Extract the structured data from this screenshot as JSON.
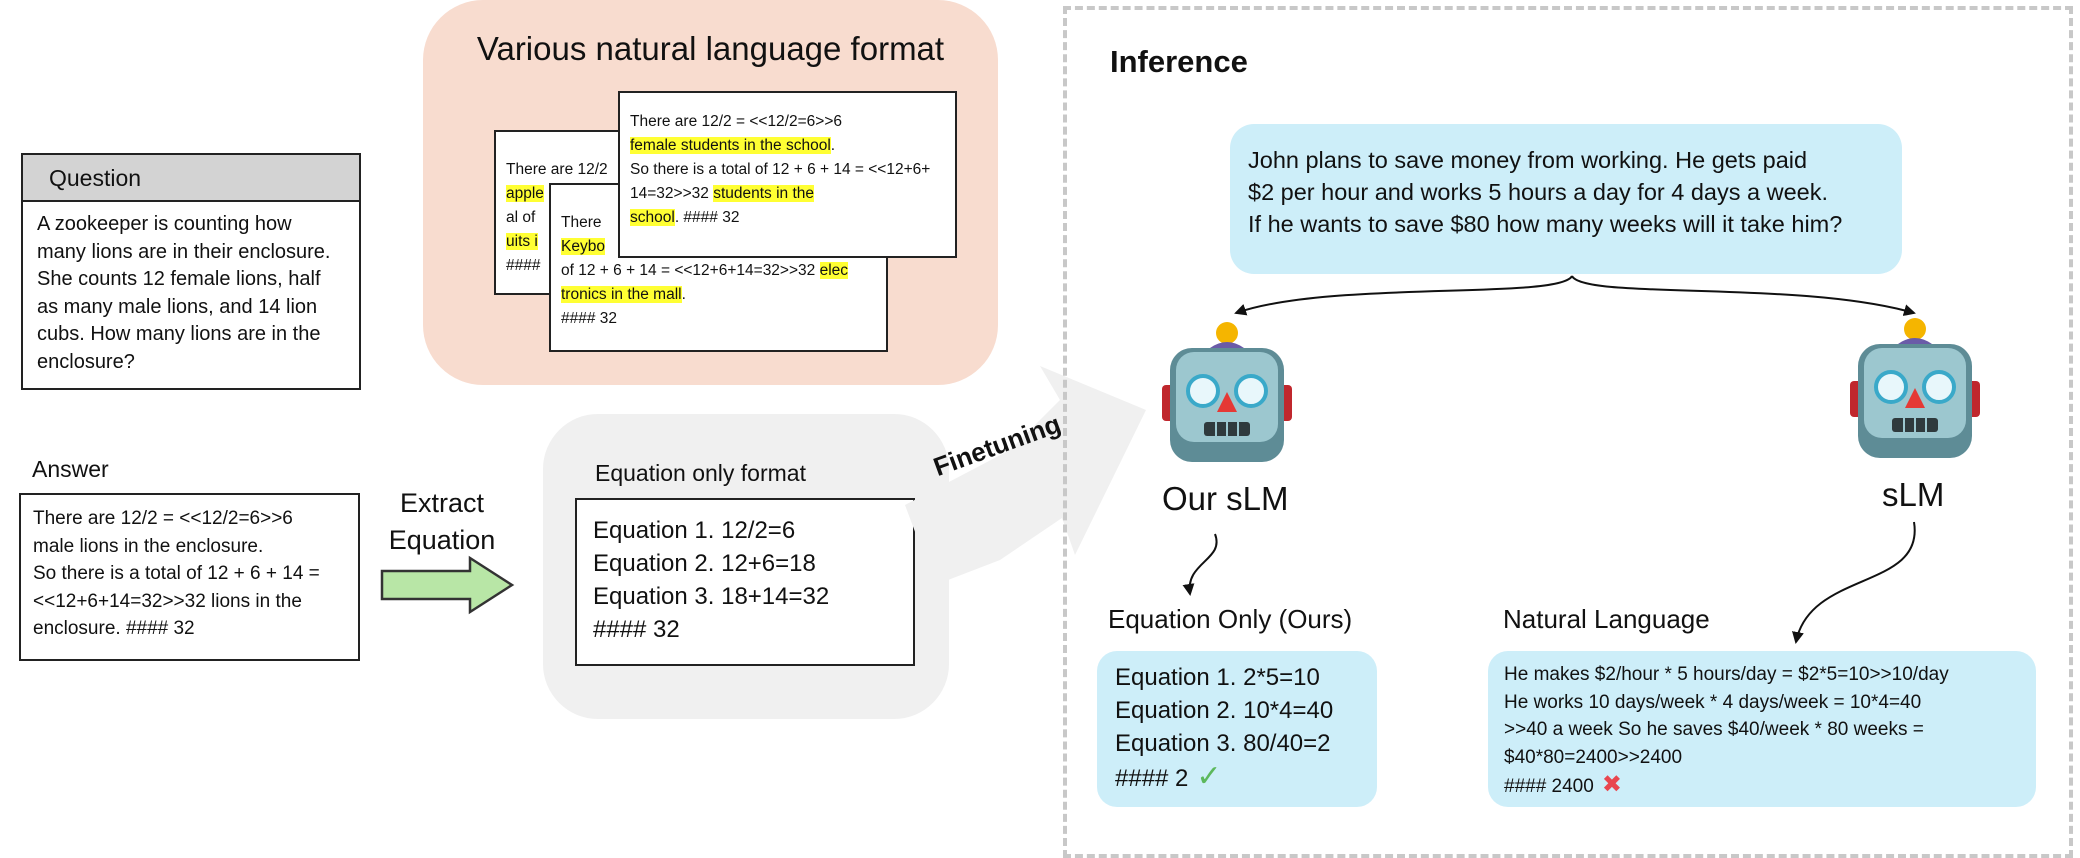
{
  "question": {
    "header": "Question",
    "lines": [
      "A zookeeper is counting how",
      "many lions are in their enclosure.",
      "She counts 12 female lions, half",
      "as many male lions, and 14 lion",
      "cubs. How many lions are in the",
      "enclosure?"
    ]
  },
  "answer": {
    "label": "Answer",
    "lines": [
      "There are 12/2 = <<12/2=6>>6",
      "male lions in the enclosure.",
      "So there is a total of 12 + 6 + 14 =",
      "<<12+6+14=32>>32 lions in the",
      "enclosure. #### 32"
    ]
  },
  "extract": {
    "line1": "Extract",
    "line2": "Equation"
  },
  "nl_format": {
    "title": "Various natural language format",
    "card_back": {
      "l1": "There are 12/2",
      "l2": "apple",
      "l3": "al of",
      "l4": "uits i",
      "l5": "####"
    },
    "card_mid": {
      "l1": "There",
      "l2": "Keybo",
      "l3a": "of 12 + 6 + 14 = <<12+6+14=32>>32 ",
      "l3b": "elec",
      "l4a": "tronics in the mall",
      "l4b": ".",
      "l5": "#### 32"
    },
    "card_front": {
      "l1": "There are 12/2 = <<12/2=6>>6",
      "l2a": "female students in the school",
      "l2b": ".",
      "l3": "So there is a total of 12 + 6 + 14 = <<12+6+",
      "l4a": "14=32>>32 ",
      "l4b": "students in the",
      "l5a": "school",
      "l5b": ". #### 32"
    }
  },
  "eq_format": {
    "label": "Equation only format",
    "lines": [
      "Equation 1. 12/2=6",
      "Equation 2. 12+6=18",
      "Equation 3. 18+14=32",
      "#### 32"
    ]
  },
  "finetuning_label": "Finetuning",
  "inference": {
    "title": "Inference",
    "problem_lines": [
      "John plans to save money from working. He gets paid",
      "$2 per hour and works 5 hours a day for 4 days a week.",
      "If he wants to save $80 how many weeks will it take him?"
    ],
    "our_model": "Our sLM",
    "baseline_model": "sLM",
    "eq_only_label": "Equation Only (Ours)",
    "eq_only_lines": [
      "Equation 1. 2*5=10",
      "Equation 2. 10*4=40",
      "Equation 3. 80/40=2"
    ],
    "eq_only_final": "#### 2",
    "nl_label": "Natural Language",
    "nl_lines": [
      "He makes $2/hour * 5 hours/day = $2*5=10>>10/day",
      "He works 10 days/week * 4 days/week = 10*4=40",
      ">>40 a week So he saves $40/week * 80 weeks =",
      "$40*80=2400>>2400"
    ],
    "nl_final": "#### 2400"
  },
  "icons": {
    "correct": "check-icon",
    "wrong": "cross-icon",
    "robot": "robot-face-icon"
  },
  "colors": {
    "nl_panel": "#f8dccf",
    "eq_panel": "#f0f0f0",
    "highlight": "#ffff33",
    "inference_box": "#cdeef9",
    "arrow_green": "#b8e6a6"
  }
}
